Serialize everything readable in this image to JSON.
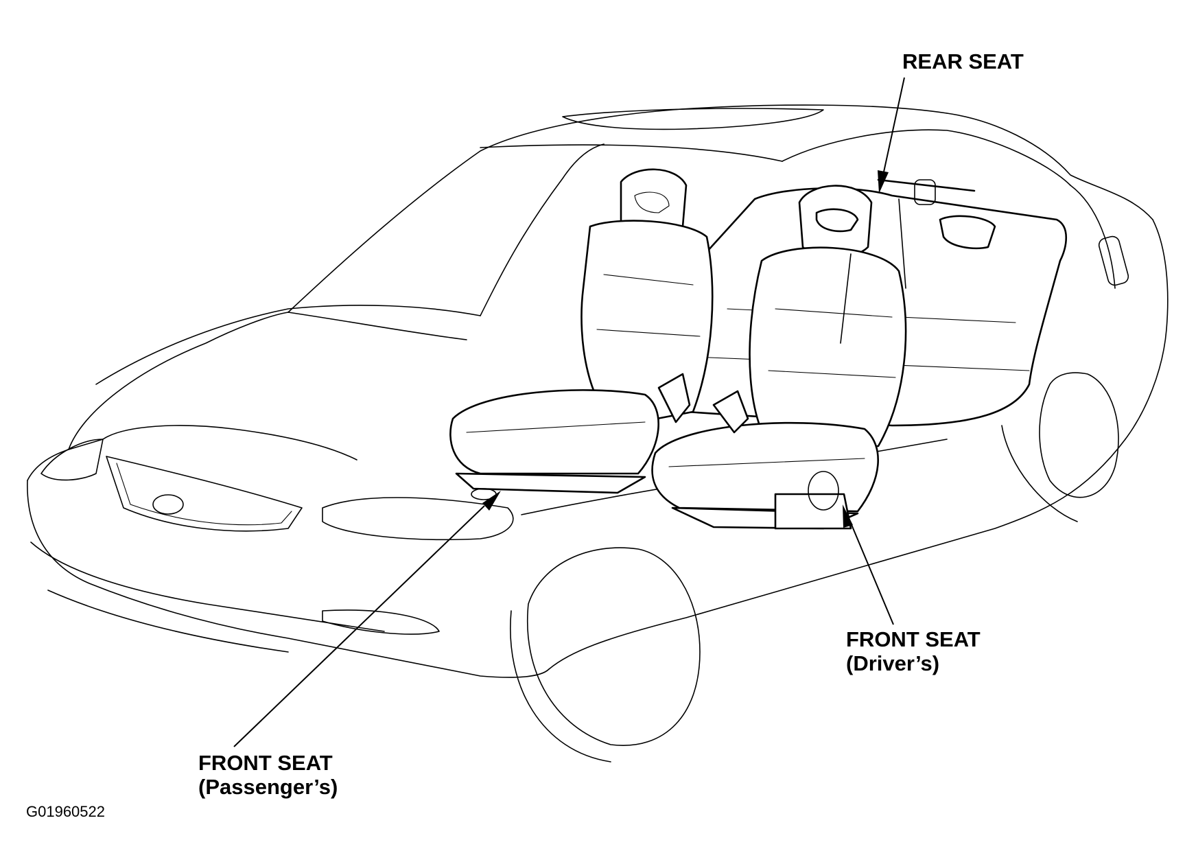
{
  "labels": {
    "rear_seat": "REAR SEAT",
    "front_seat_driver": {
      "line1": "FRONT SEAT",
      "line2": "(Driver’s)"
    },
    "front_seat_passenger": {
      "line1": "FRONT SEAT",
      "line2": "(Passenger’s)"
    }
  },
  "figure_code": "G01960522"
}
